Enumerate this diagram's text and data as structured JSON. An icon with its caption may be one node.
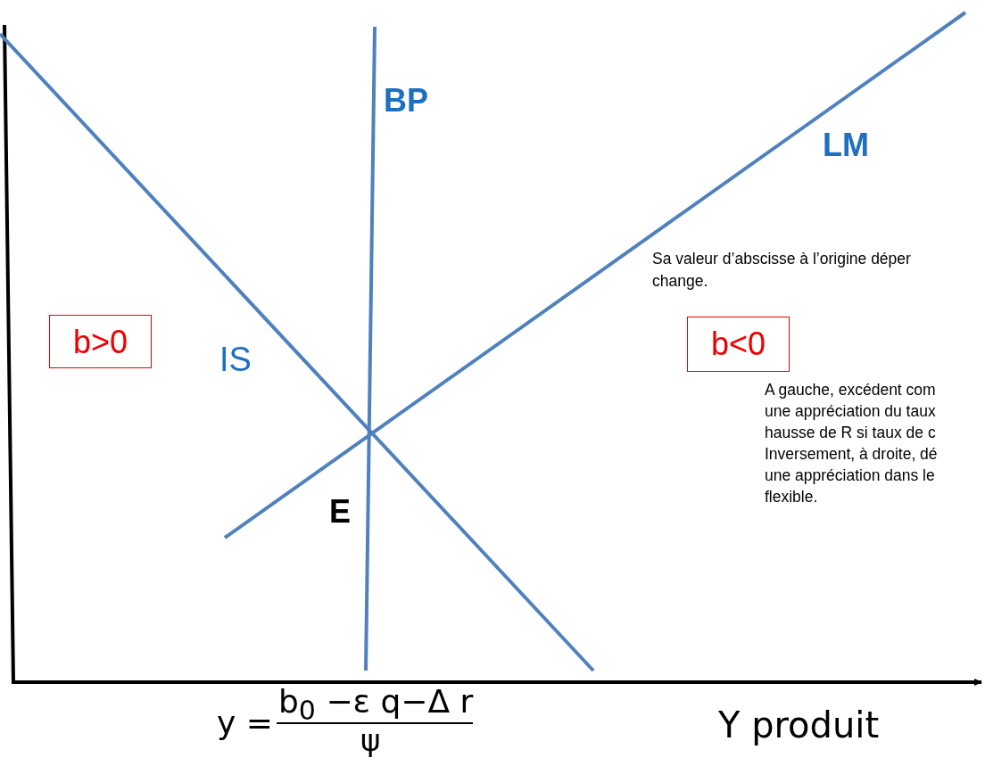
{
  "diagram": {
    "nodes": [
      {
        "text": [
          "b>0"
        ]
      },
      {
        "text": [
          "b<0"
        ]
      }
    ],
    "edges": [],
    "labels": [
      "BP",
      "LM",
      "Sa valeur d’abscisse à l’origine déper change.",
      "IS",
      "E",
      "A gauche, excédent com une appréciation du taux hausse de R si taux de c Inversement, à droite, dé une appréciation dans le flexible.",
      "y =",
      "b$_{0}$ −ε q−Δ r",
      "ψ",
      "Y produit"
    ]
  }
}
